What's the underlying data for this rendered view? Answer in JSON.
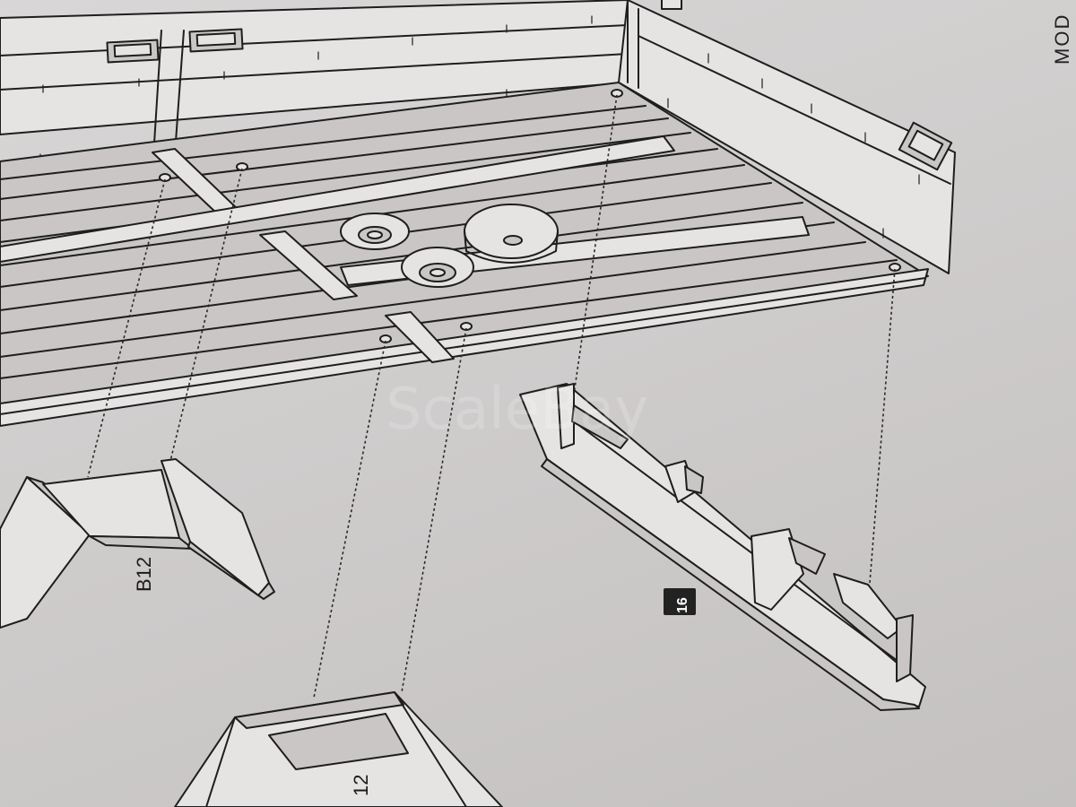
{
  "diagram": {
    "part_labels": {
      "left_bracket": "B12",
      "bottom_bracket": "12"
    },
    "step_badge": "16",
    "corner_text": "MOD",
    "watermark": "ScaleBay"
  },
  "colors": {
    "paper": "#d2d0cf",
    "ink": "#1e1e1e",
    "badge": "#222222"
  }
}
